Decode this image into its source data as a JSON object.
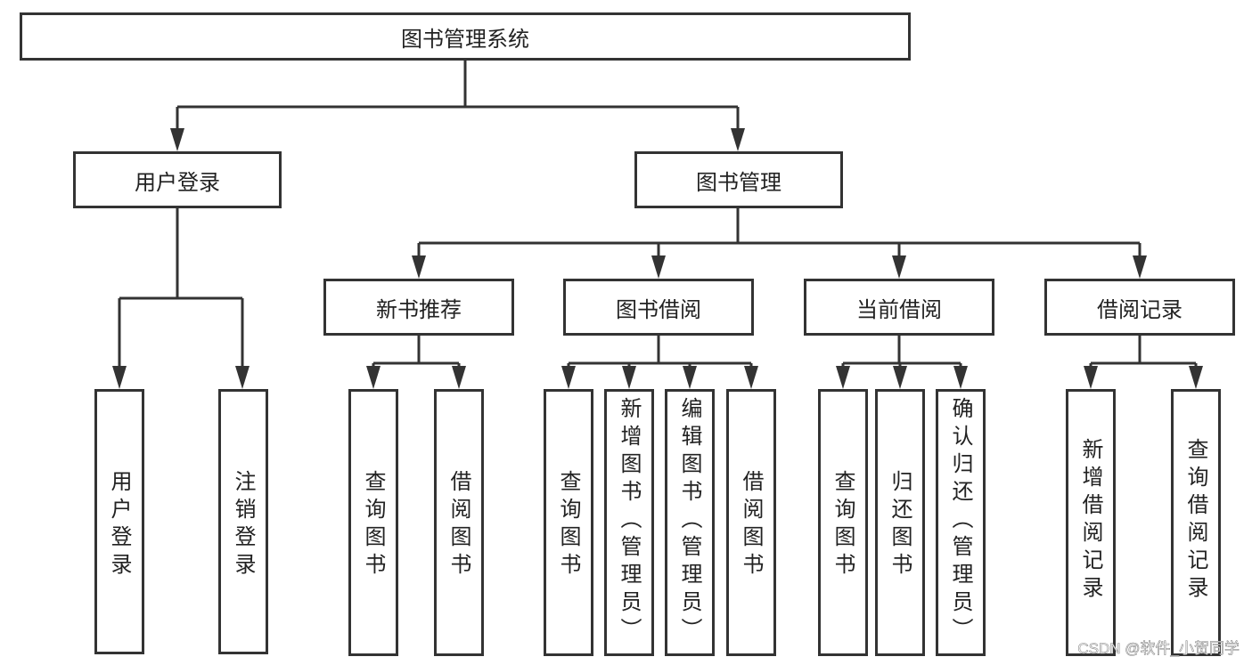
{
  "root": {
    "label": "图书管理系统"
  },
  "level1": [
    {
      "label": "用户登录",
      "children": [
        "用户登录",
        "注销登录"
      ]
    },
    {
      "label": "图书管理"
    }
  ],
  "level2": [
    {
      "label": "新书推荐",
      "children": [
        "查询图书",
        "借阅图书"
      ]
    },
    {
      "label": "图书借阅",
      "children": [
        "查询图书",
        "新增图书（管理员）",
        "编辑图书（管理员）",
        "借阅图书"
      ]
    },
    {
      "label": "当前借阅",
      "children": [
        "查询图书",
        "归还图书",
        "确认归还（管理员）"
      ]
    },
    {
      "label": "借阅记录",
      "children": [
        "新增借阅记录",
        "查询借阅记录"
      ]
    }
  ],
  "watermark": "CSDN @软件_小贺同学",
  "colors": {
    "line": "#333333",
    "box_border": "#333333",
    "text": "#222222"
  }
}
